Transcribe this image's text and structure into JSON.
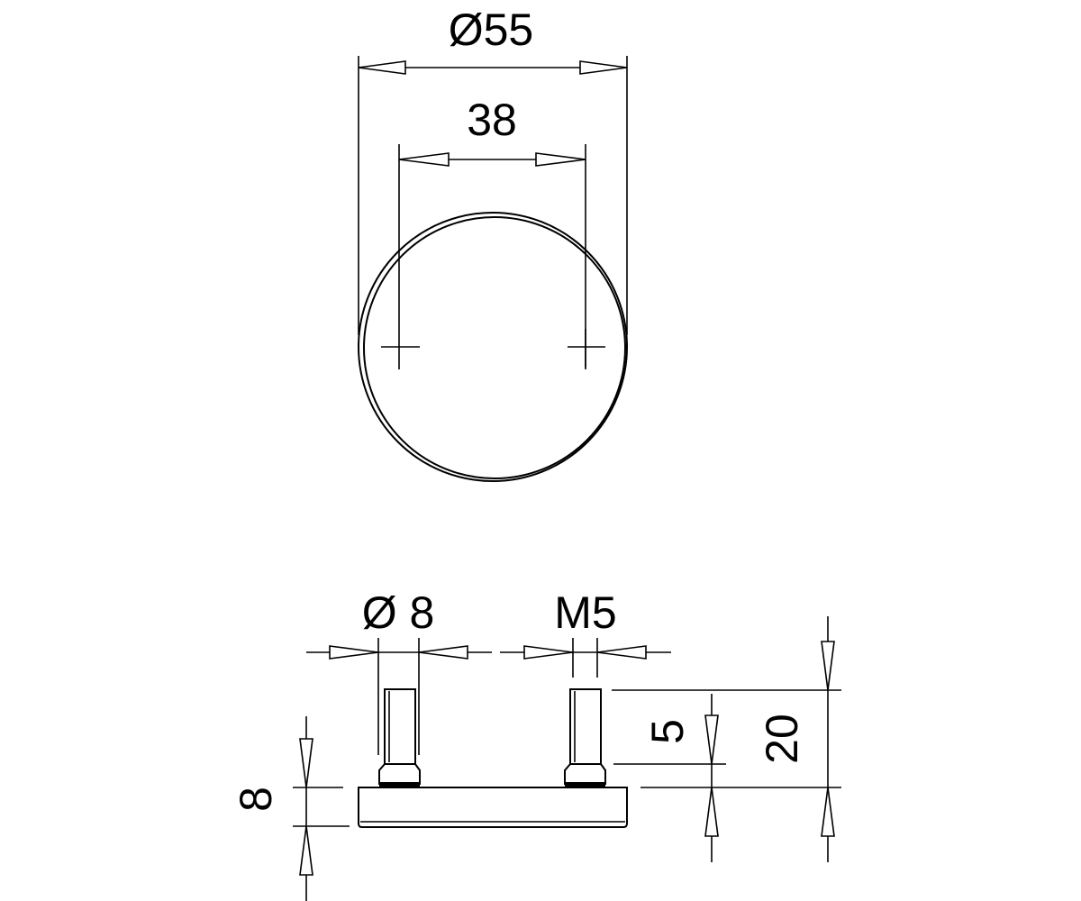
{
  "top_view": {
    "outer_diameter_label": "Ø55",
    "hole_spacing_label": "38"
  },
  "side_view": {
    "pin_diameter_label": "Ø 8",
    "thread_label": "M5",
    "thread_length_label": "5",
    "total_height_label": "20",
    "plate_thickness_label": "8"
  }
}
